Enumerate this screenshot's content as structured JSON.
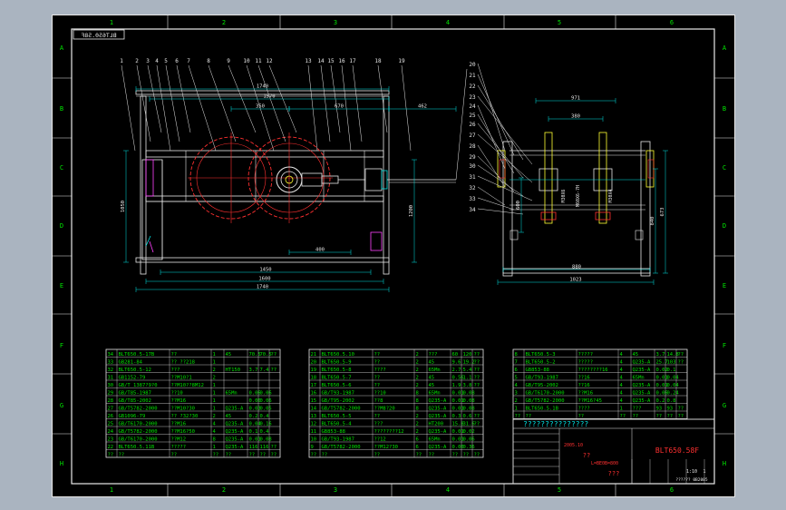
{
  "drawing_code_mirrored": "BLT650.58F",
  "border": {
    "cols": [
      "1",
      "2",
      "3",
      "4",
      "5",
      "6"
    ],
    "rows": [
      "A",
      "B",
      "C",
      "D",
      "E",
      "F",
      "G",
      "H"
    ]
  },
  "leaders_top": [
    "1",
    "2",
    "3",
    "4",
    "5",
    "6",
    "7",
    "8",
    "9",
    "10",
    "11",
    "12",
    "13",
    "14",
    "15",
    "16",
    "17",
    "18",
    "19"
  ],
  "leaders_side": [
    "20",
    "21",
    "22",
    "23",
    "24",
    "25",
    "26",
    "27",
    "28",
    "29",
    "30",
    "31",
    "32",
    "33",
    "34"
  ],
  "dims_main": {
    "d1740_top": "1740",
    "d1570": "1570",
    "d350": "350",
    "d670": "670",
    "d462": "462",
    "d1450": "1450",
    "d1600": "1600",
    "d1740_bot": "1740",
    "d400": "400",
    "d1050": "1050",
    "d1200": "1200"
  },
  "dims_side": {
    "d971": "971",
    "d380": "380",
    "d880": "880",
    "d1023": "1023",
    "d673": "673",
    "d840": "840",
    "d600": "600",
    "dm60": "M60X6-7H",
    "dm4": "M30X4",
    "dm6": "M30X6"
  },
  "bom_left": [
    [
      "34",
      "BLT650.5-17B",
      "??",
      "1",
      "45",
      "70.5",
      "70.5",
      "??"
    ],
    [
      "33",
      "GB281-84",
      "?? ??218",
      "1",
      "",
      "",
      "",
      ""
    ],
    [
      "32",
      "BLT650.5-12",
      "???",
      "2",
      "HT150",
      "3.7",
      "7.4",
      "??"
    ],
    [
      "31",
      "GB1152-79",
      "??M10?1",
      "2",
      "",
      "",
      "",
      ""
    ],
    [
      "30",
      "GB/T 1387?9?0",
      "??M10??8M12",
      "1",
      "",
      "",
      "",
      ""
    ],
    [
      "29",
      "GB/T85-1987",
      "??10",
      "1",
      "65Mn",
      "0.06",
      "0.06",
      ""
    ],
    [
      "28",
      "GB/T85-2002",
      "??M16",
      "1",
      "",
      "0.06",
      "0.06",
      ""
    ],
    [
      "27",
      "GB/T5782-2000",
      "??M10?30",
      "1",
      "Q235-A",
      "0.03",
      "0.05",
      ""
    ],
    [
      "26",
      "GB1096-79",
      "?? ?32?30",
      "2",
      "45",
      "0.2",
      "0.4",
      ""
    ],
    [
      "25",
      "GB/T6170-2000",
      "??M16",
      "4",
      "Q235-A",
      "0.04",
      "0.16",
      ""
    ],
    [
      "24",
      "GB/T5782-2000",
      "??M16?50",
      "4",
      "Q235-A",
      "0.1",
      "0.4",
      ""
    ],
    [
      "23",
      "GB/T6170-2000",
      "??M12",
      "8",
      "Q235-A",
      "0.01",
      "0.08",
      ""
    ],
    [
      "22",
      "BLT650.5.11B",
      "?????",
      "1",
      "Q235-A",
      "116",
      "116",
      "??"
    ],
    [
      "??",
      "??",
      "??",
      "??",
      "??",
      "??",
      "??",
      "??"
    ]
  ],
  "bom_mid": [
    [
      "21",
      "BLT650.5.10",
      "??",
      "2",
      "???",
      "60",
      "120",
      "??"
    ],
    [
      "20",
      "BLT650.5-9",
      "??",
      "2",
      "45",
      "9.6",
      "19.2",
      "??"
    ],
    [
      "19",
      "BLT650.5-8",
      "????",
      "2",
      "65Mn",
      "2.7",
      "5.4",
      "??"
    ],
    [
      "18",
      "BLT650.5-7",
      "??",
      "2",
      "45",
      "0.56",
      "1.1",
      "??"
    ],
    [
      "17",
      "BLT650.5-6",
      "??",
      "2",
      "45",
      "1.9",
      "3.8",
      "??"
    ],
    [
      "16",
      "GB/T93-1987",
      "??10",
      "8",
      "65Mn",
      "0.01",
      "0.08",
      ""
    ],
    [
      "15",
      "GB/T95-2002",
      "??8",
      "8",
      "Q235-A",
      "0.01",
      "0.08",
      ""
    ],
    [
      "14",
      "GB/T5782-2000",
      "??M8?20",
      "8",
      "Q235-A",
      "0.01",
      "0.08",
      ""
    ],
    [
      "13",
      "BLT650.5-5",
      "??",
      "2",
      "Q235-A",
      "0.3",
      "0.6",
      "??"
    ],
    [
      "12",
      "BLT650.5-4",
      "???",
      "2",
      "HT200",
      "15.8",
      "31.6",
      "??"
    ],
    [
      "11",
      "GB853-88",
      "????????12",
      "2",
      "Q235-A",
      "0.01",
      "0.02",
      ""
    ],
    [
      "10",
      "GB/T93-1987",
      "??12",
      "6",
      "65Mn",
      "0.01",
      "0.06",
      ""
    ],
    [
      "9",
      "GB/T5782-2000",
      "??M12?30",
      "6",
      "Q235-A",
      "0.06",
      "0.36",
      ""
    ],
    [
      "??",
      "??",
      "??",
      "??",
      "??",
      "??",
      "??",
      "??"
    ]
  ],
  "bom_right": [
    [
      "8",
      "BLT650.5-3",
      "?????",
      "4",
      "45",
      "3.7",
      "14.8",
      "??"
    ],
    [
      "7",
      "BLT650.5-2",
      "?????",
      "4",
      "Q235-A",
      "25.7",
      "103",
      "??"
    ],
    [
      "6",
      "GB853-88",
      "????????16",
      "4",
      "Q235-A",
      "0.02",
      "0.1",
      ""
    ],
    [
      "5",
      "GB/T93-1987",
      "??16",
      "4",
      "65Mn",
      "0.01",
      "0.04",
      ""
    ],
    [
      "4",
      "GB/T95-2002",
      "??16",
      "4",
      "Q235-A",
      "0.01",
      "0.04",
      ""
    ],
    [
      "3",
      "GB/T6170-2000",
      "??M16",
      "4",
      "Q235-A",
      "0.06",
      "0.24",
      ""
    ],
    [
      "2",
      "GB/T5782-2000",
      "??M16?45",
      "4",
      "Q235-A",
      "0.2",
      "0.8",
      ""
    ],
    [
      "1",
      "BLT650.5.1B",
      "????",
      "1",
      "???",
      "93",
      "93",
      "??"
    ],
    [
      "??",
      "??",
      "??",
      "??",
      "??",
      "??",
      "??",
      "??"
    ]
  ],
  "title_block": {
    "company": "???????????????",
    "drawing_no": "BLT650.58F",
    "name1": "??",
    "name2": "???",
    "spec": "L=BE0B=800",
    "date": "2005.10",
    "scale": "1:10",
    "sheet": "1",
    "footer": "?????? 0B2005"
  }
}
